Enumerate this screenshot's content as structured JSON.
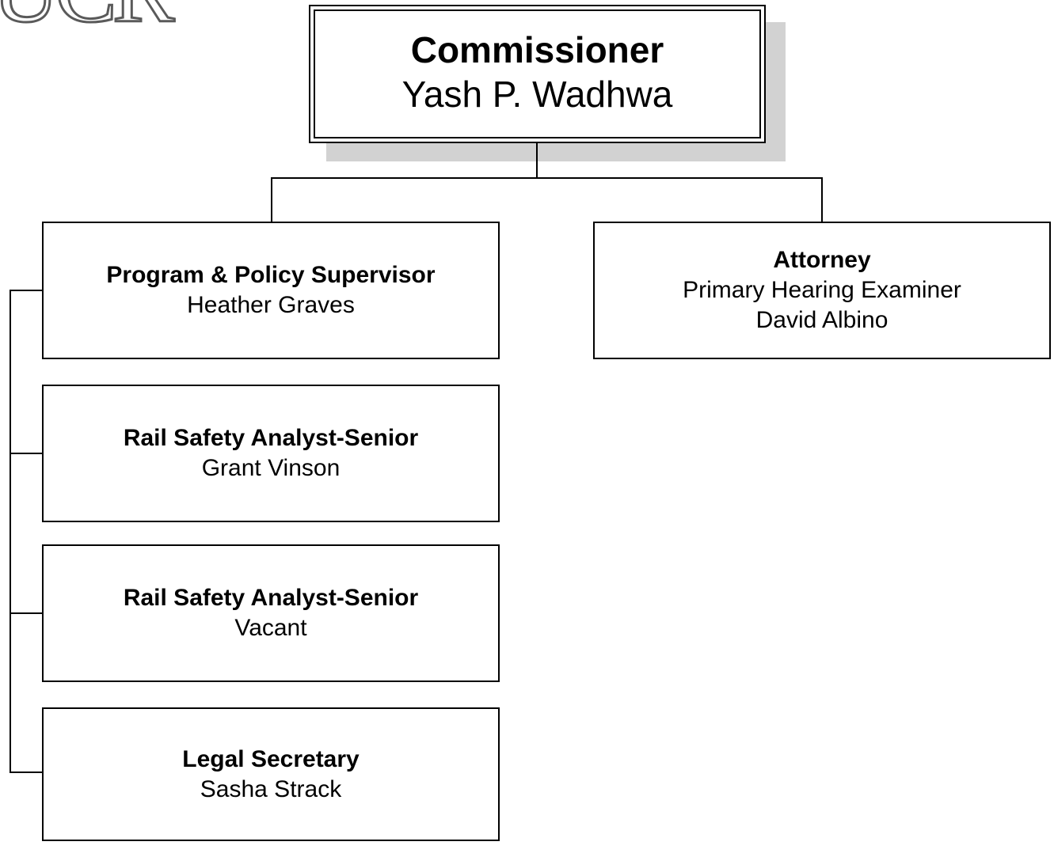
{
  "logo": {
    "text": "UCR"
  },
  "commissioner": {
    "title": "Commissioner",
    "name": "Yash P. Wadhwa"
  },
  "program_supervisor": {
    "title": "Program & Policy Supervisor",
    "name": "Heather Graves"
  },
  "attorney": {
    "title": "Attorney",
    "role": "Primary Hearing Examiner",
    "name": "David Albino"
  },
  "analyst_1": {
    "title": "Rail Safety Analyst-Senior",
    "name": "Grant Vinson"
  },
  "analyst_2": {
    "title": "Rail Safety Analyst-Senior",
    "name": "Vacant"
  },
  "legal_secretary": {
    "title": "Legal Secretary",
    "name": "Sasha Strack"
  }
}
